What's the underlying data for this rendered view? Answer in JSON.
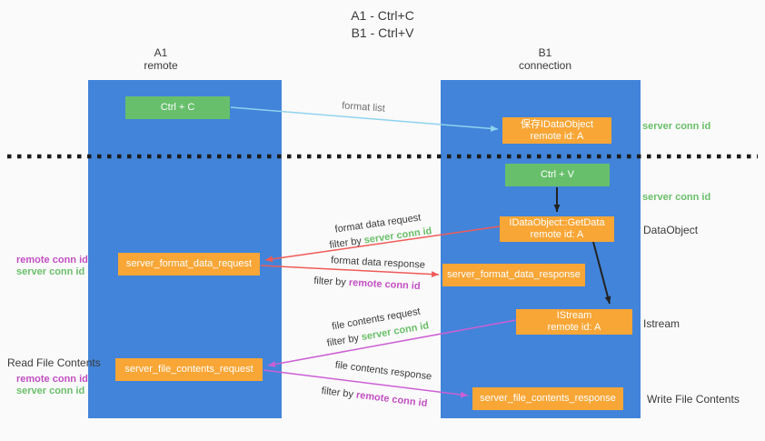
{
  "title": {
    "line1": "A1 - Ctrl+C",
    "line2": "B1 - Ctrl+V"
  },
  "lanes": {
    "left": {
      "name": "A1",
      "sub": "remote"
    },
    "right": {
      "name": "B1",
      "sub": "connection"
    }
  },
  "nodes": {
    "ctrl_c": "Ctrl + C",
    "ctrl_v": "Ctrl + V",
    "save_dataobject": {
      "line1": "保存IDataObject",
      "line2": "remote id: A"
    },
    "getdata": {
      "line1": "IDataObject::GetData",
      "line2": "remote id: A"
    },
    "format_request": "server_format_data_request",
    "format_response": "server_format_data_response",
    "istream": {
      "line1": "IStream",
      "line2": "remote id: A"
    },
    "file_request": "server_file_contents_request",
    "file_response": "server_file_contents_response"
  },
  "right_labels": {
    "server_conn_top": "server conn id",
    "server_conn_mid": "server conn id",
    "dataobject": "DataObject",
    "istream": "Istream",
    "write_file": "Write File Contents"
  },
  "left_labels": {
    "read_file": "Read File Contents",
    "pair1": {
      "remote": "remote conn id",
      "server": "server conn id"
    },
    "pair2": {
      "remote": "remote conn id",
      "server": "server conn id"
    }
  },
  "arrows": {
    "format_list": "format list",
    "format_data_request": "format data request",
    "filter_server_1": {
      "prefix": "filter by ",
      "highlight": "server conn id"
    },
    "format_data_response": "format data response",
    "filter_remote_1": {
      "prefix": "filter by ",
      "highlight": "remote conn id"
    },
    "file_contents_request": "file contents request",
    "filter_server_2": {
      "prefix": "filter by ",
      "highlight": "server conn id"
    },
    "file_contents_response": "file contents response",
    "filter_remote_2": {
      "prefix": "filter by ",
      "highlight": "remote conn id"
    }
  },
  "colors": {
    "lane_blue": "#4284d9",
    "node_green": "#67bf6b",
    "node_orange": "#f8a636",
    "arrow_light_blue": "#8fd3ef",
    "arrow_red": "#ef5b58",
    "arrow_magenta": "#cc5fd4",
    "arrow_black": "#222222",
    "text_green": "#6abf69",
    "text_magenta": "#c24fc2",
    "text_gray": "#3a3a3a"
  }
}
